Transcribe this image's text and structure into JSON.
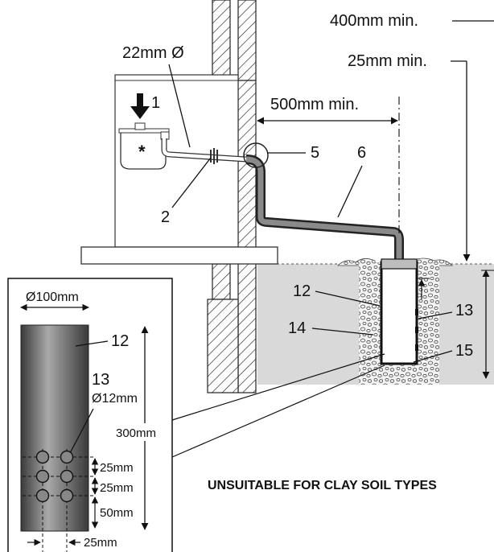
{
  "labels": {
    "dim_400_min": "400mm min.",
    "dim_25_min": "25mm min.",
    "dim_500_min": "500mm min.",
    "pipe_diameter": "22mm Ø",
    "arrow_1": "1",
    "asterisk": "*",
    "n2": "2",
    "n5": "5",
    "n6": "6",
    "n12": "12",
    "n13": "13",
    "n14": "14",
    "n15": "15"
  },
  "inset": {
    "diameter": "Ø100mm",
    "n12": "12",
    "n13": "13",
    "hole_diameter": "Ø12mm",
    "height": "300mm",
    "spacing1": "25mm",
    "spacing2": "25mm",
    "spacing3": "50mm",
    "bottom_spacing": "25mm"
  },
  "warning": "UNSUITABLE FOR CLAY SOIL TYPES"
}
